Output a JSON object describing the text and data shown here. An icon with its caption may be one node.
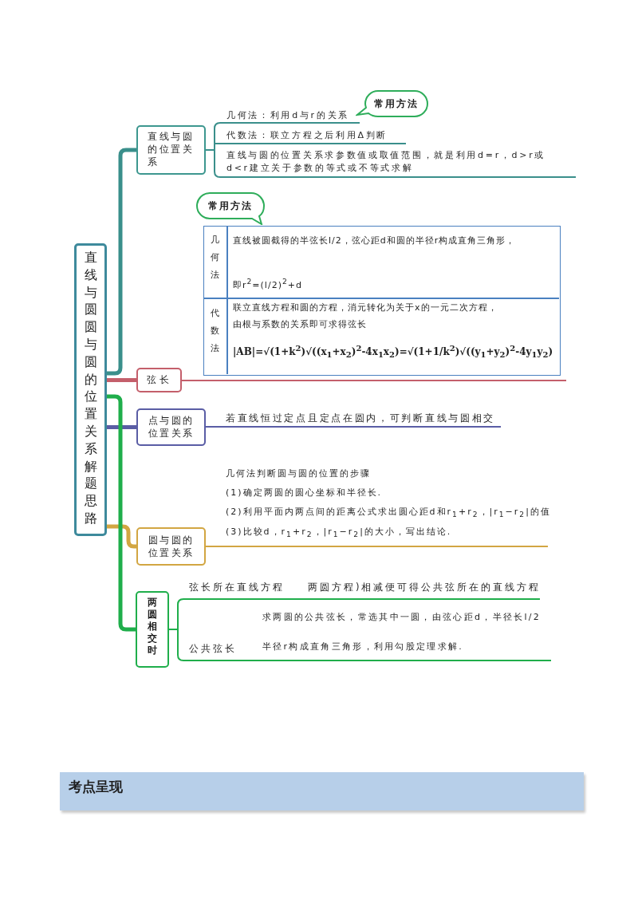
{
  "diagram": {
    "nodes": [
      {
        "text": [
          "直线与圆圆与圆的位置关系解题思路"
        ]
      },
      {
        "text": [
          "直线与圆的位置关系"
        ]
      },
      {
        "text": [
          "几何法：利用d与r的关系"
        ]
      },
      {
        "text": [
          "常用方法"
        ]
      },
      {
        "text": [
          "代数法：联立方程之后利用Δ判断"
        ]
      },
      {
        "text": [
          "直线与圆的位置关系求参数值或取值范围，就是利用d=r，d>r或d<r建立关于参数的等式或不等式求解"
        ]
      },
      {
        "text": [
          "常用方法"
        ]
      },
      {
        "text": [],
        "shape": "box"
      },
      {
        "text": [
          "弦长"
        ]
      },
      {
        "text": [
          "点与圆的位置关系"
        ]
      },
      {
        "text": [
          "若直线恒过定点且定点在圆内，可判断直线与圆相交"
        ]
      },
      {
        "text": [
          "几何法判断圆与圆的位置的步骤",
          "(1)确定两圆的圆心坐标和半径长.",
          "(2)利用平面内两点间的距离公式求出圆心距d和r$_{1}$+r$_{2}$，|r$_{1}$−r$_{2}$|的值",
          "(3)比较d，r$_{1}$+r$_{2}$，|r$_{1}$−r$_{2}$|的大小，写出结论."
        ]
      },
      {
        "text": [
          "圆与圆的位置关系"
        ]
      },
      {
        "text": [
          "两圆相交时"
        ]
      },
      {
        "text": [
          "弦长所在直线方程",
          "两圆方程)相减便可得公共弦所在的直线方程"
        ]
      },
      {
        "text": [
          "公共弦长",
          "求两圆的公共弦长，常选其中一圆，由弦心距d，半径长l/2半径r构成直角三角形，利用勾股定理求解."
        ]
      },
      {
        "text": [
          "考点呈现"
        ]
      }
    ],
    "edges": [
      {
        "from": 0,
        "to": 1,
        "arrow": "none",
        "style": "thick",
        "color": "#3a8f8b"
      },
      {
        "from": 1,
        "to": 2,
        "arrow": "none",
        "color": "#3a8f8b"
      },
      {
        "from": 1,
        "to": 4,
        "arrow": "none",
        "color": "#3a8f8b"
      },
      {
        "from": 1,
        "to": 5,
        "arrow": "none",
        "color": "#3a8f8b"
      },
      {
        "from": 0,
        "to": 8,
        "arrow": "none",
        "style": "thick",
        "color": "#c45f6b"
      },
      {
        "from": 8,
        "to": 7,
        "arrow": "none",
        "color": "#c45f6b"
      },
      {
        "from": 0,
        "to": 9,
        "arrow": "none",
        "style": "thick",
        "color": "#5a5da5"
      },
      {
        "from": 9,
        "to": 10,
        "arrow": "none",
        "color": "#5a5da5"
      },
      {
        "from": 0,
        "to": 12,
        "arrow": "none",
        "style": "thick",
        "color": "#d2a642"
      },
      {
        "from": 12,
        "to": 11,
        "arrow": "none",
        "color": "#d2a642"
      },
      {
        "from": 0,
        "to": 13,
        "arrow": "none",
        "style": "thick",
        "color": "#1fae4b"
      },
      {
        "from": 13,
        "to": 14,
        "arrow": "none",
        "color": "#1fae4b"
      },
      {
        "from": 13,
        "to": 15,
        "arrow": "none",
        "color": "#1fae4b"
      }
    ],
    "labels": [
      "几何法",
      "直线被圆截得的半弦长l/2，弦心距d和圆的半径r构成直角三角形，",
      "即r$^{2}$=(l/2)$^{2}$+d",
      "代数法",
      "联立直线方程和圆的方程，消元转化为关于x的一元二次方程，由根与系数的关系即可求得弦长",
      "|AB|=√(1+k$^{2}$)√((x$_{1}$+x$_{2}$)$^{2}$-4x$_{1}$x$_{2}$)=√(1+1/k$^{2}$)√((y$_{1}$+y$_{2}$)$^{2}$-4y$_{1}$y$_{2}$)"
    ]
  }
}
